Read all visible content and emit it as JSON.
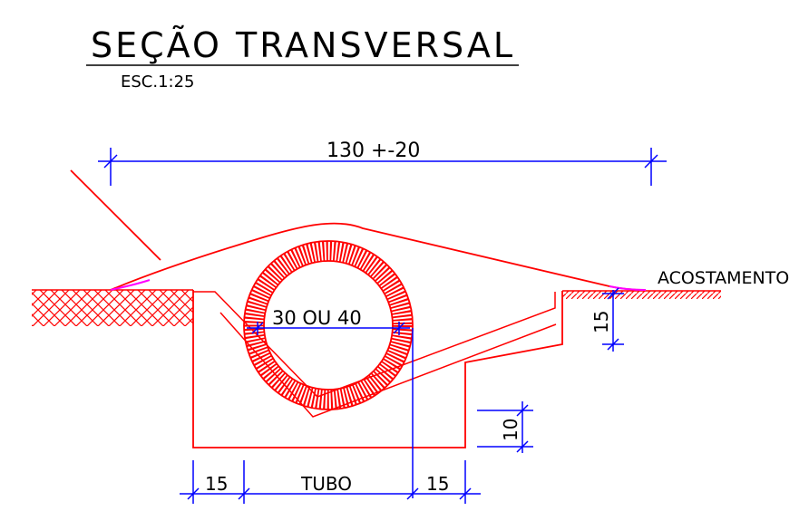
{
  "title": "SEÇÃO TRANSVERSAL",
  "scale": "ESC.1:25",
  "labels": {
    "overall_width": "130 +-20",
    "pipe_diameter": "30 OU 40",
    "shoulder": "ACOSTAMENTO",
    "height_15": "15",
    "height_10": "10",
    "left_offset": "15",
    "pipe_label": "TUBO",
    "right_offset": "15"
  },
  "colors": {
    "structure": "#ff0000",
    "dimension": "#0000ff",
    "text": "#000000",
    "transition": "#ff00ff"
  }
}
